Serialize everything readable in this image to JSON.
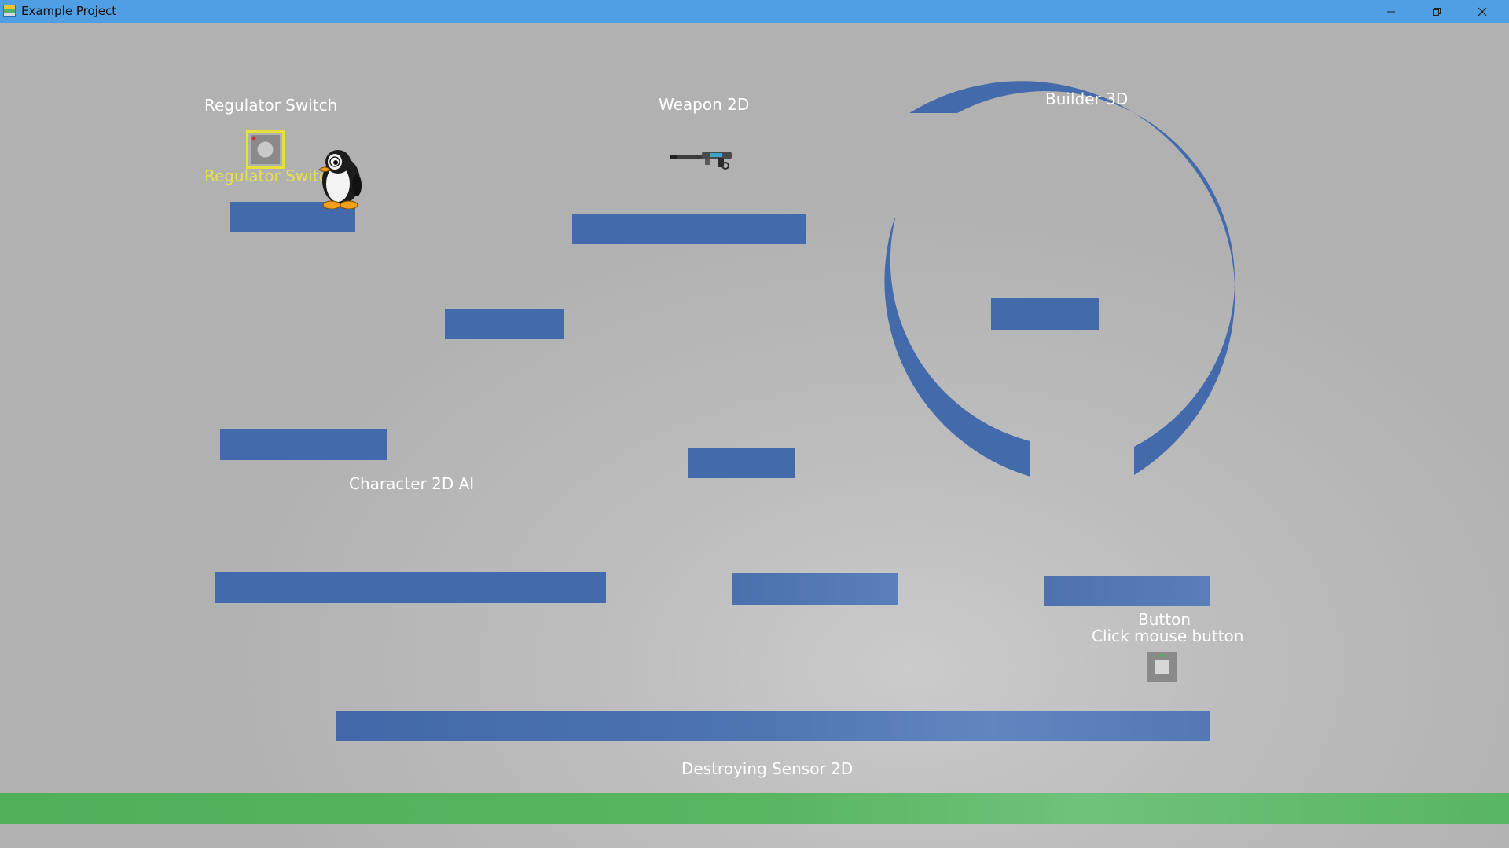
{
  "window": {
    "title": "Example Project",
    "controls": {
      "minimize": "minimize-icon",
      "maximize": "restore-icon",
      "close": "close-icon"
    }
  },
  "scene": {
    "labels": {
      "regulator_switch": "Regulator Switch",
      "regulator_switch_overlay": "Regulator Switch",
      "weapon_2d": "Weapon 2D",
      "builder_3d": "Builder 3D",
      "character_2d_ai": "Character 2D AI",
      "button_title": "Button",
      "button_hint": "Click mouse button",
      "destroying_sensor": "Destroying Sensor 2D"
    },
    "sprites": {
      "player": "penguin-icon",
      "weapon": "rifle-icon",
      "switch": "switch-box-icon",
      "button": "button-box-icon"
    },
    "colors": {
      "platform": "#436bab",
      "ground": "#50b05a",
      "titlebar": "#4f9fe2",
      "highlight": "#e8e04a",
      "label": "#ffffff"
    }
  }
}
